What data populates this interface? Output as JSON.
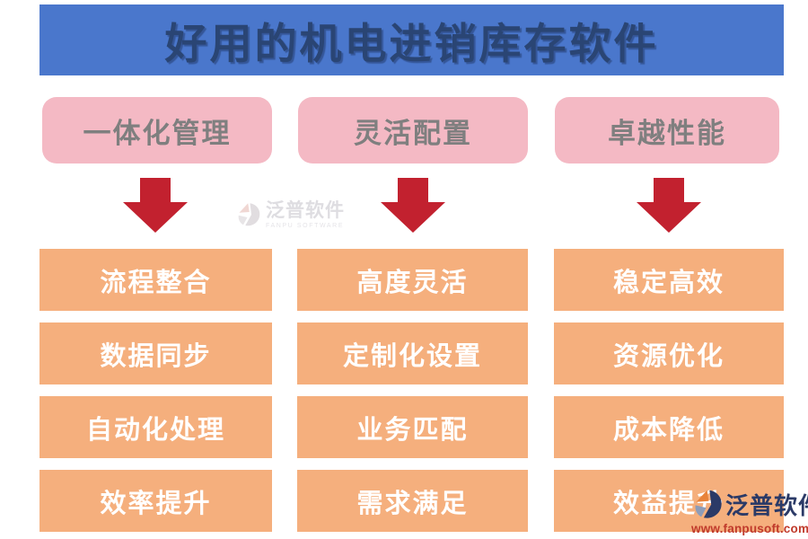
{
  "header": {
    "title": "好用的机电进销库存软件"
  },
  "categories": [
    {
      "label": "一体化管理",
      "items": [
        "流程整合",
        "数据同步",
        "自动化处理",
        "效率提升"
      ]
    },
    {
      "label": "灵活配置",
      "items": [
        "高度灵活",
        "定制化设置",
        "业务匹配",
        "需求满足"
      ]
    },
    {
      "label": "卓越性能",
      "items": [
        "稳定高效",
        "资源优化",
        "成本降低",
        "效益提升"
      ]
    }
  ],
  "watermark": {
    "name": "泛普软件",
    "subtitle": "FANPU SOFTWARE"
  },
  "footer_logo": {
    "name": "泛普软件",
    "url": "www.fanpusoft.com"
  },
  "icons": {
    "arrow": "down-arrow",
    "logo": "fanpu-logo"
  },
  "colors": {
    "header_bg": "#4A77CC",
    "header_text": "#2A4574",
    "pink_box": "#F4B9C4",
    "pink_text": "#7F7F7F",
    "orange_box": "#F5AF7D",
    "cell_text": "#FFFFFF",
    "arrow_red": "#C2212F",
    "logo_navy": "#2B3A67",
    "logo_orange": "#E8833A",
    "url_red": "#C03A2B"
  }
}
